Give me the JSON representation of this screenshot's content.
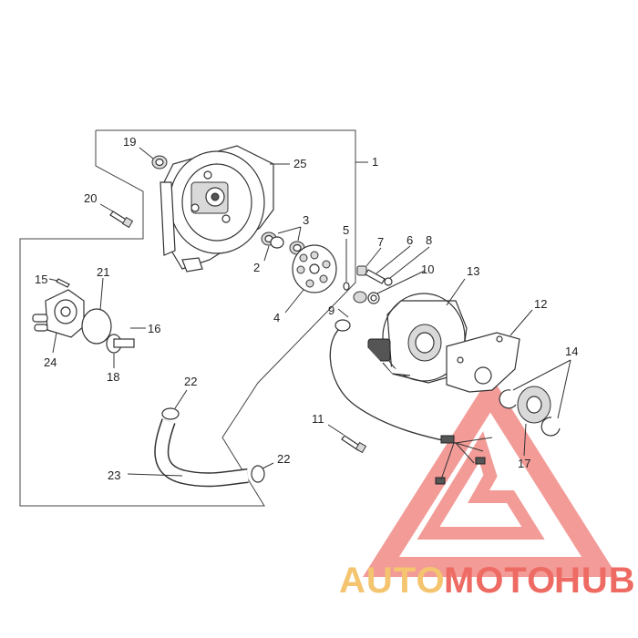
{
  "diagram": {
    "callouts": {
      "c1": "1",
      "c2": "2",
      "c3": "3",
      "c4": "4",
      "c5": "5",
      "c6": "6",
      "c7": "7",
      "c8": "8",
      "c9": "9",
      "c10": "10",
      "c11": "11",
      "c12": "12",
      "c13": "13",
      "c14": "14",
      "c15": "15",
      "c16": "16",
      "c17": "17",
      "c18": "18",
      "c19": "19",
      "c20": "20",
      "c21": "21",
      "c22a": "22",
      "c22b": "22",
      "c23": "23",
      "c24": "24",
      "c25": "25"
    }
  },
  "watermark": {
    "part1": "AUTO",
    "part2": "MOTO",
    "part3": "HUB",
    "colors": {
      "auto": "#f4c46f",
      "moto": "#ee6b63",
      "hub": "#ee6b63",
      "triangle": "#f08a86"
    }
  }
}
